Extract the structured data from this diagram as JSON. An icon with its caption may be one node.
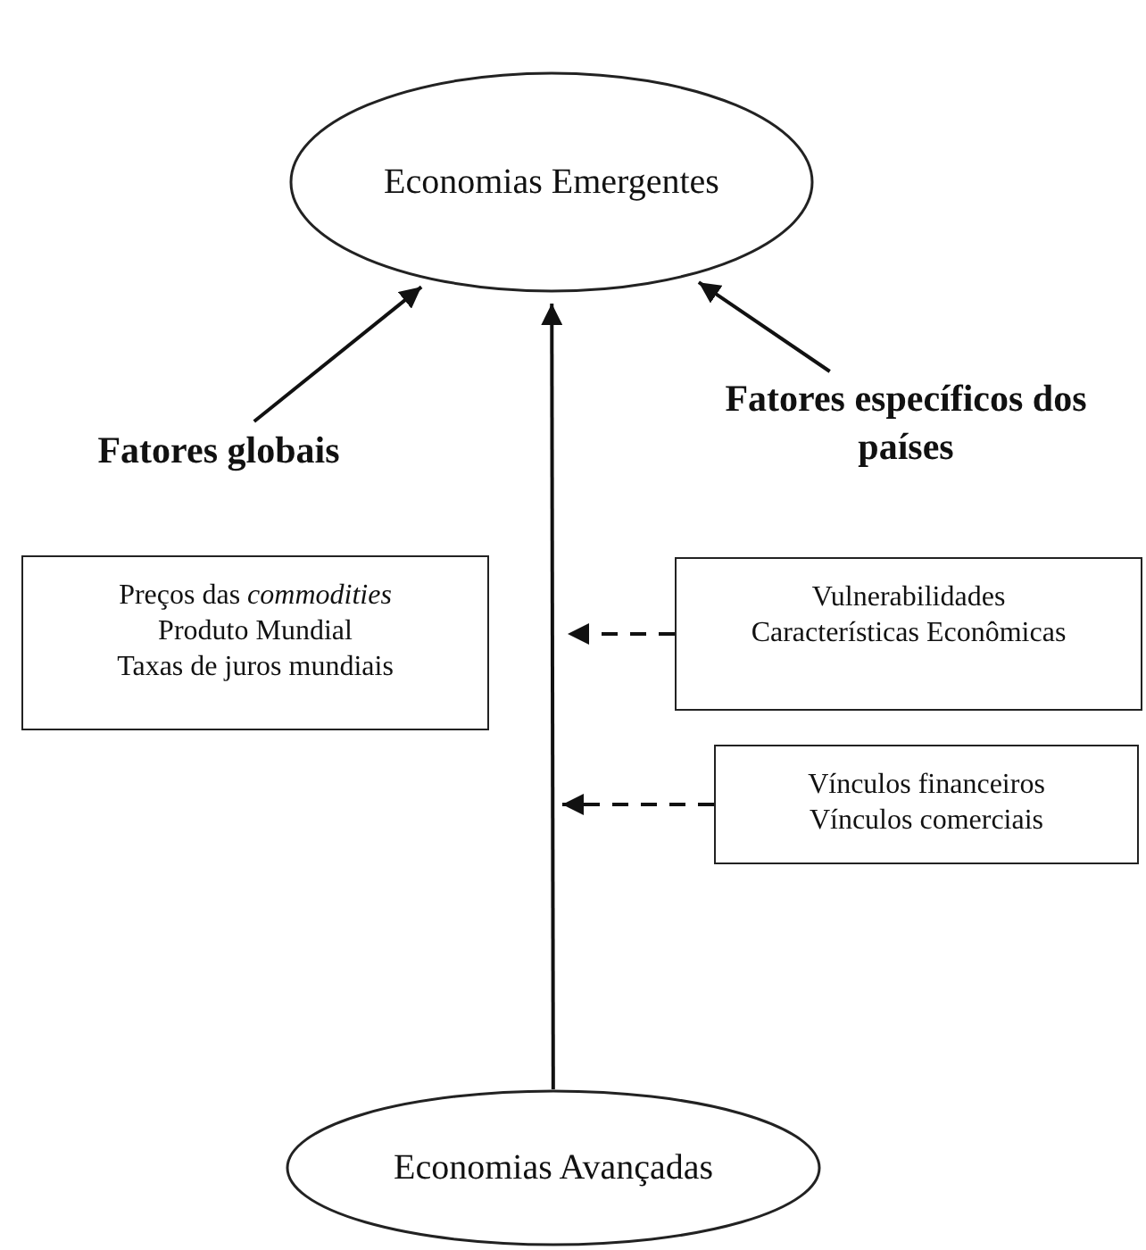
{
  "diagram": {
    "nodes": [
      {
        "text": [
          "Economias Emergentes"
        ]
      },
      {
        "text": [
          "Economias Avançadas"
        ]
      },
      {
        "text": [
          "Fatores globais"
        ]
      },
      {
        "text": [
          "Fatores específicos dos países"
        ]
      },
      {
        "text": [
          "Preços das *commodities*",
          "Produto Mundial",
          "Taxas de juros mundiais"
        ]
      },
      {
        "text": [
          "Vulnerabilidades",
          "Características Econômicas"
        ]
      },
      {
        "text": [
          "Vínculos financeiros",
          "Vínculos comerciais"
        ]
      }
    ],
    "edges": [
      {
        "from": 2,
        "to": 0,
        "arrow": "to"
      },
      {
        "from": 3,
        "to": 0,
        "arrow": "to"
      },
      {
        "from": 1,
        "to": 0,
        "arrow": "to"
      },
      {
        "from": 5,
        "to": null,
        "arrow": "to",
        "style": "dashed"
      },
      {
        "from": 6,
        "to": null,
        "arrow": "to",
        "style": "dashed"
      }
    ]
  }
}
